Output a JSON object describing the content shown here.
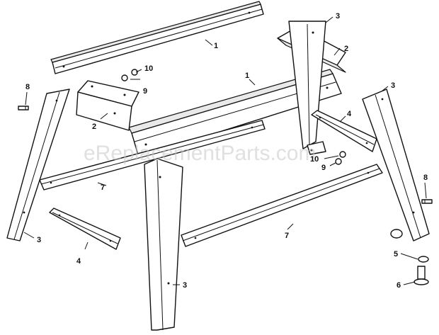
{
  "watermark": "eReplacementParts.com",
  "callouts": [
    {
      "id": "c1a",
      "text": "1"
    },
    {
      "id": "c1b",
      "text": "1"
    },
    {
      "id": "c2a",
      "text": "2"
    },
    {
      "id": "c2b",
      "text": "2"
    },
    {
      "id": "c3a",
      "text": "3"
    },
    {
      "id": "c3b",
      "text": "3"
    },
    {
      "id": "c3c",
      "text": "3"
    },
    {
      "id": "c3d",
      "text": "3"
    },
    {
      "id": "c4a",
      "text": "4"
    },
    {
      "id": "c4b",
      "text": "4"
    },
    {
      "id": "c5",
      "text": "5"
    },
    {
      "id": "c6",
      "text": "6"
    },
    {
      "id": "c7a",
      "text": "7"
    },
    {
      "id": "c7b",
      "text": "7"
    },
    {
      "id": "c8a",
      "text": "8"
    },
    {
      "id": "c8b",
      "text": "8"
    },
    {
      "id": "c9a",
      "text": "9"
    },
    {
      "id": "c9b",
      "text": "9"
    },
    {
      "id": "c10a",
      "text": "10"
    },
    {
      "id": "c10b",
      "text": "10"
    }
  ]
}
